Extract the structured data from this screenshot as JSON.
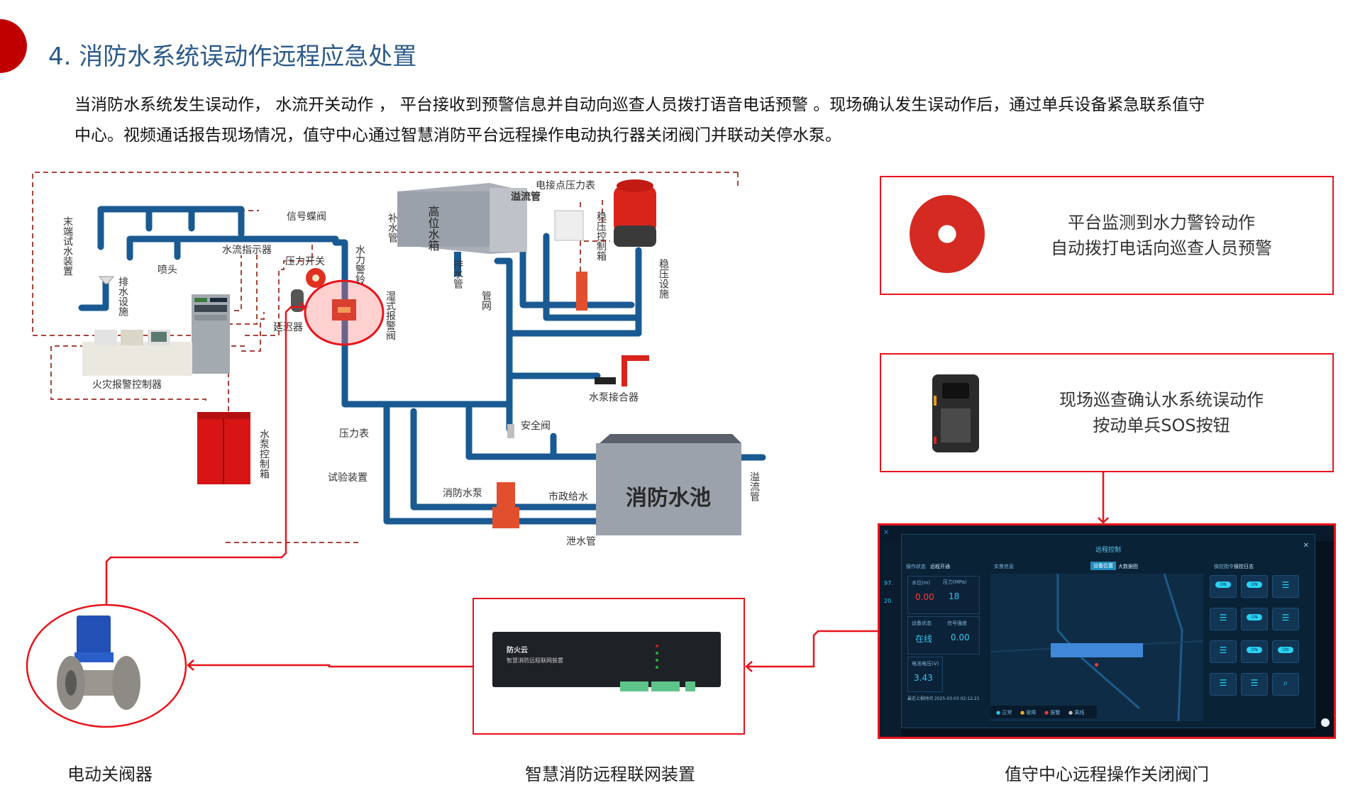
{
  "header": {
    "title": "4. 消防水系统误动作远程应急处置",
    "paragraph_line1": "当消防水系统发生误动作， 水流开关动作 ， 平台接收到预警信息并自动向巡查人员拨打语音电话预警 。现场确认发生误动作后，通过单兵设备紧急联系值守",
    "paragraph_line2": "中心。视频通话报告现场情况，值守中心通过智慧消防平台远程操作电动执行器关闭阀门并联动关停水泵。"
  },
  "diagram": {
    "labels": {
      "end_test": "末端试水装置",
      "drain_facility": "排水设施",
      "sprinkler": "喷头",
      "flow_indicator": "水流指示器",
      "signal_butterfly_valve": "信号蝶阀",
      "pressure_switch": "压力开关",
      "delay": "延迟器",
      "water_gong": "水力警铃",
      "wet_alarm_valve": "湿式报警阀",
      "fire_alarm_controller": "火灾报警控制器",
      "pump_control_cabinet": "水泵控制箱",
      "makeup_pipe": "补水管",
      "high_tank": "高位水箱",
      "overflow_pipe_top": "溢流管",
      "drain_pipe": "排水管",
      "pipe_network": "管网",
      "ecp_gauge": "电接点压力表",
      "stabilizer_control": "稳压控制箱",
      "stabilizer": "稳压设施",
      "pump_adapter": "水泵接合器",
      "pressure_gauge": "压力表",
      "safety_valve": "安全阀",
      "test_device": "试验装置",
      "fire_pump": "消防水泵",
      "municipal_supply": "市政给水",
      "fire_pool": "消防水池",
      "overflow_pipe_pool": "溢流管",
      "drain_out": "泄水管"
    }
  },
  "steps": {
    "step1": {
      "line1": "平台监测到水力警铃动作",
      "line2": "自动拨打电话向巡查人员预警",
      "icon": "alarm-bell-icon"
    },
    "step2": {
      "line1": "现场巡查确认水系统误动作",
      "line2": "按动单兵SOS按钮",
      "icon": "body-camera-icon"
    }
  },
  "device": {
    "brand": "防火云",
    "name": "智慧消防远程联网装置"
  },
  "dashboard": {
    "modal_title": "远程控制",
    "left_tabs": [
      "操作状态",
      "远程开通"
    ],
    "map_title": "实景信息",
    "map_tabs": [
      "设备位置",
      "大数据图"
    ],
    "right_tabs": [
      "操控指令",
      "操控日志"
    ],
    "metrics": [
      {
        "label": "水位(m)",
        "value": "0.00",
        "color": "#ff3b3b"
      },
      {
        "label": "压力(MPa)",
        "value": "18",
        "color": "#34c6f0"
      },
      {
        "label": "设备状态",
        "value": "在线",
        "color": "#34c6f0"
      },
      {
        "label": "信号强度",
        "value": "0.00",
        "color": "#34c6f0"
      },
      {
        "label": "电池电压(V)",
        "value": "3.43",
        "color": "#34c6f0"
      }
    ],
    "last_report": "最近上报时间 2025-03-03 02:12:21",
    "side_values": [
      "97.",
      "20."
    ],
    "legend": [
      {
        "label": "正常",
        "color": "#29c3f0"
      },
      {
        "label": "故障",
        "color": "#f0a825"
      },
      {
        "label": "报警",
        "color": "#e83b3b"
      },
      {
        "label": "离线",
        "color": "#bfbfbf"
      }
    ],
    "controls": [
      {
        "type": "on",
        "label": "ON"
      },
      {
        "type": "on",
        "label": "ON"
      },
      {
        "type": "slider",
        "label": ""
      },
      {
        "type": "slider",
        "label": ""
      },
      {
        "type": "on",
        "label": "ON"
      },
      {
        "type": "slider",
        "label": ""
      },
      {
        "type": "slider",
        "label": ""
      },
      {
        "type": "on",
        "label": "ON"
      },
      {
        "type": "on",
        "label": "ON"
      },
      {
        "type": "slider",
        "label": ""
      },
      {
        "type": "slider",
        "label": ""
      },
      {
        "type": "search",
        "label": ""
      }
    ]
  },
  "captions": {
    "valve": "电动关阀器",
    "device": "智慧消防远程联网装置",
    "center": "值守中心远程操作关闭阀门"
  },
  "colors": {
    "accent_red": "#E8141B",
    "title_blue": "#2B5A8A",
    "pipe_blue": "#1a5a92",
    "dot_red": "#C00000"
  }
}
